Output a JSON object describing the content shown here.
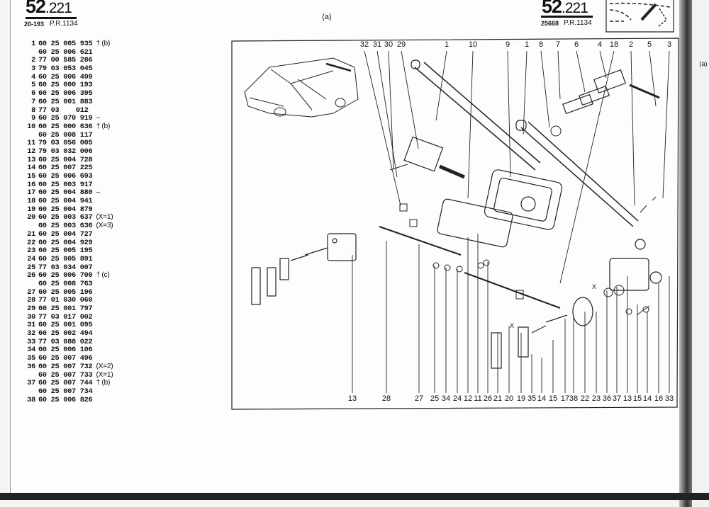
{
  "left_header": {
    "page_number": "52",
    "page_suffix": ".221",
    "ref": "20-193",
    "pr": "P.R.1134"
  },
  "right_header": {
    "page_number": "52",
    "page_suffix": ".221",
    "ref": "25668",
    "pr": "P.R.1134"
  },
  "center_label": "(a)",
  "edge_label": "(a)",
  "parts_list": [
    {
      "n": "1",
      "part": "60 25 005 935",
      "note": "† (b)"
    },
    {
      "n": "",
      "part": "60 25 006 621",
      "note": ""
    },
    {
      "n": "2",
      "part": "77 00 585 286",
      "note": ""
    },
    {
      "n": "3",
      "part": "79 03 053 045",
      "note": ""
    },
    {
      "n": "4",
      "part": "60 25 006 499",
      "note": ""
    },
    {
      "n": "5",
      "part": "60 25 000 193",
      "note": ""
    },
    {
      "n": "6",
      "part": "60 25 006 395",
      "note": ""
    },
    {
      "n": "7",
      "part": "60 25 001 883",
      "note": ""
    },
    {
      "n": "8",
      "part": "77 03    012",
      "note": ""
    },
    {
      "n": "9",
      "part": "60 25 070 919",
      "note": "–"
    },
    {
      "n": "10",
      "part": "60 25 000 636",
      "note": "† (b)"
    },
    {
      "n": "",
      "part": "60 25 008 117",
      "note": ""
    },
    {
      "n": "11",
      "part": "79 03 056 005",
      "note": ""
    },
    {
      "n": "12",
      "part": "79 03 032 006",
      "note": ""
    },
    {
      "n": "13",
      "part": "60 25 004 728",
      "note": ""
    },
    {
      "n": "14",
      "part": "60 25 007 225",
      "note": ""
    },
    {
      "n": "15",
      "part": "60 25 006 693",
      "note": ""
    },
    {
      "n": "16",
      "part": "60 25 003 917",
      "note": ""
    },
    {
      "n": "17",
      "part": "60 25 004 880",
      "note": "–"
    },
    {
      "n": "18",
      "part": "60 25 004 941",
      "note": ""
    },
    {
      "n": "19",
      "part": "60 25 004 879",
      "note": ""
    },
    {
      "n": "20",
      "part": "60 25 003 637",
      "note": "(X=1)"
    },
    {
      "n": "",
      "part": "60 25 003 636",
      "note": "(X=3)"
    },
    {
      "n": "21",
      "part": "60 25 004 727",
      "note": ""
    },
    {
      "n": "22",
      "part": "60 25 004 929",
      "note": ""
    },
    {
      "n": "23",
      "part": "60 25 005 195",
      "note": ""
    },
    {
      "n": "24",
      "part": "60 25 005 891",
      "note": ""
    },
    {
      "n": "25",
      "part": "77 03 034 007",
      "note": ""
    },
    {
      "n": "26",
      "part": "60 25 006 700",
      "note": "† (c)"
    },
    {
      "n": "",
      "part": "60 25 008 763",
      "note": ""
    },
    {
      "n": "27",
      "part": "60 25 005 196",
      "note": ""
    },
    {
      "n": "28",
      "part": "77 01 030 060",
      "note": ""
    },
    {
      "n": "29",
      "part": "60 25 001 797",
      "note": ""
    },
    {
      "n": "30",
      "part": "77 03 017 002",
      "note": ""
    },
    {
      "n": "31",
      "part": "60 25 001 095",
      "note": ""
    },
    {
      "n": "32",
      "part": "60 25 002 494",
      "note": ""
    },
    {
      "n": "33",
      "part": "77 03 088 022",
      "note": ""
    },
    {
      "n": "34",
      "part": "60 25 006 106",
      "note": ""
    },
    {
      "n": "35",
      "part": "60 25 007 496",
      "note": ""
    },
    {
      "n": "36",
      "part": "60 25 007 732",
      "note": "(X=2)"
    },
    {
      "n": "",
      "part": "60 25 007 733",
      "note": "(X=1)"
    },
    {
      "n": "37",
      "part": "60 25 007 744",
      "note": "† (b)"
    },
    {
      "n": "",
      "part": "60 25 007 734",
      "note": ""
    },
    {
      "n": "38",
      "part": "60 25 006 826",
      "note": ""
    }
  ],
  "diagram": {
    "top_callouts": [
      "32",
      "31",
      "30",
      "29",
      "1",
      "10",
      "9",
      "1",
      "8",
      "7",
      "6",
      "4",
      "18",
      "2",
      "5",
      "3"
    ],
    "bottom_callouts": [
      "13",
      "28",
      "27",
      "25",
      "34",
      "24",
      "12",
      "11",
      "26",
      "21",
      "20",
      "19",
      "35",
      "14",
      "15",
      "17",
      "38",
      "22",
      "23",
      "36",
      "37",
      "13",
      "15",
      "14",
      "16",
      "33"
    ],
    "x_marks": [
      "X",
      "X"
    ]
  }
}
